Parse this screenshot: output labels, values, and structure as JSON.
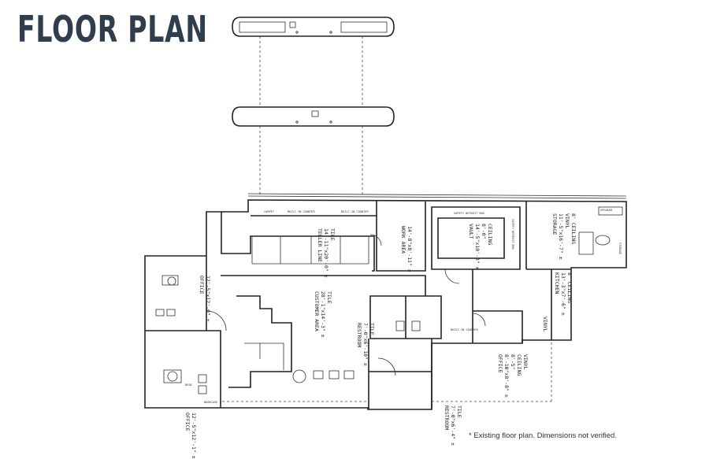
{
  "header": {
    "title": "FLOOR PLAN"
  },
  "footer": {
    "note": "* Existing floor plan.  Dimensions not verified."
  },
  "rooms": {
    "teller_line": [
      "TELLER LINE",
      "14'-11\"x20'-0\" ±",
      "TILE"
    ],
    "work_area": [
      "WORK AREA",
      "14'-8\"x8'-11\" ±"
    ],
    "vault": [
      "VAULT",
      "14'-5\"x10'-3\" ±",
      "8'-0\"",
      "CEILING"
    ],
    "storage": [
      "STORAGE",
      "11'-5\"x16'-7\" ±",
      "VINYL",
      "8' CEILING"
    ],
    "kitchen": [
      "KITCHEN",
      "13'-3\"x7'-6\" ±",
      "8' CEILING"
    ],
    "office_1": [
      "OFFICE",
      "12'-5\"x12'-0\" ±"
    ],
    "customer_area": [
      "CUSTOMER AREA",
      "28'-1\"x14'-3\" ±",
      "TILE"
    ],
    "restroom_1": [
      "RESTROOM",
      "7'-0\"x6'-10\" ±",
      "TILE"
    ],
    "office_2": [
      "OFFICE",
      "12'-5\"x12'-1\" ±"
    ],
    "restroom_2": [
      "RESTROOM",
      "7'-0\"x6'-4\" ±",
      "TILE"
    ],
    "office_3": [
      "OFFICE",
      "8'-10\"x8'-8\" ±",
      "8'-5\"",
      "CEILING",
      "VINYL"
    ],
    "vinyl": "VINYL",
    "safety_deposit_top": "SAFETY DEPOSIT BOX",
    "safety_deposit_side": "SAFETY DEPOSIT BOX"
  },
  "fixtures": {
    "built_in_counter": "BUILT-IN COUNTER",
    "built_in_counter_2": "BUILT-IN COUNTER",
    "built_in_counter_3": "BUILT-IN COUNTER",
    "carpet": "CARPET",
    "desk": "DESK",
    "speaker": "SPEAKER",
    "bookcase": "BOOKCASE",
    "storage_tag": "STORAGE"
  }
}
